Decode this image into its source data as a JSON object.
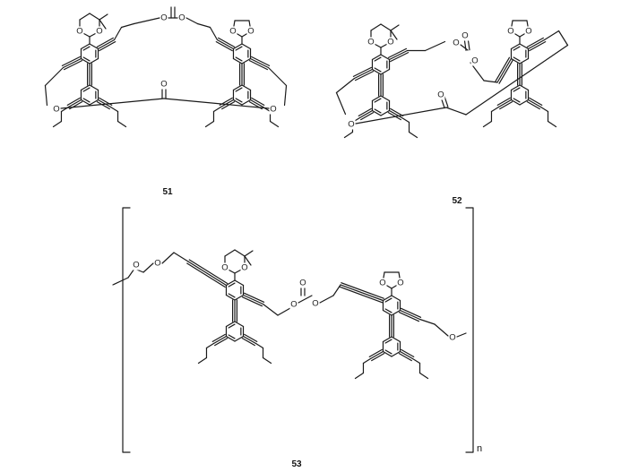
{
  "compounds": [
    {
      "label": "51"
    },
    {
      "label": "52"
    },
    {
      "label": "53"
    }
  ],
  "polymer_subscript": "n",
  "atom_labels": {
    "oxygen": "O"
  }
}
